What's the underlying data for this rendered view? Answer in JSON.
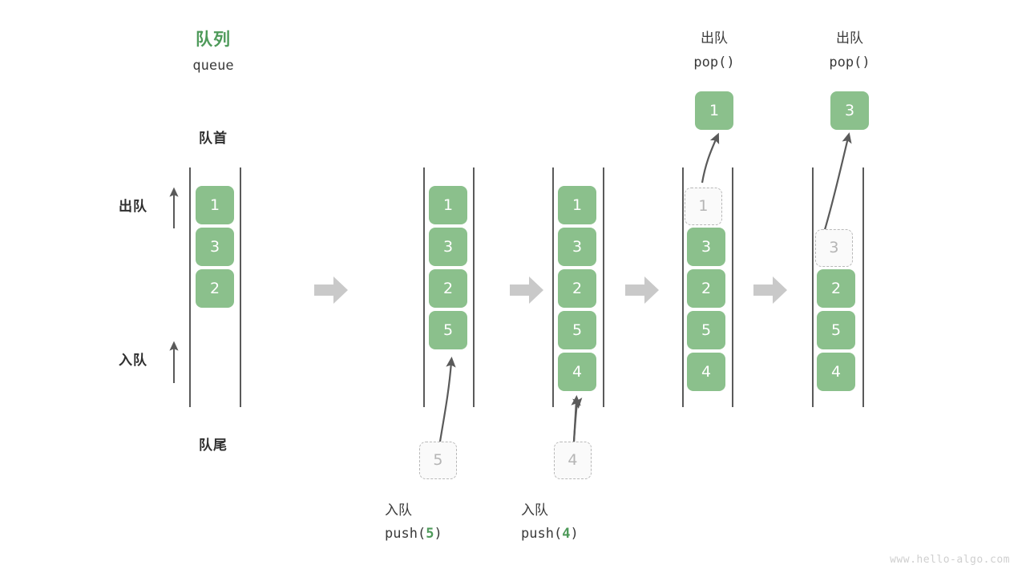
{
  "diagram": {
    "title_cn": "队列",
    "title_en": "queue",
    "head_label": "队首",
    "tail_label": "队尾",
    "dequeue_label": "出队",
    "enqueue_label": "入队",
    "watermark": "www.hello-algo.com",
    "accent_color": "#4E9A5A",
    "cell_color": "#8BC08C",
    "ghost_color": "#B5B5B5",
    "rail_color": "#5A5A5A",
    "flow_arrow_color": "#C9C9C9"
  },
  "columns": [
    {
      "id": "initial-queue",
      "cells": [
        "1",
        "3",
        "2"
      ],
      "start_row": 0,
      "ghost_index": null
    },
    {
      "id": "after-push-5",
      "cells": [
        "1",
        "3",
        "2",
        "5"
      ],
      "start_row": 0,
      "ghost_index": null,
      "op_title_cn": "入队",
      "op_code_prefix": "push(",
      "op_code_value": "5",
      "op_code_suffix": ")",
      "incoming_value": "5"
    },
    {
      "id": "after-push-4",
      "cells": [
        "1",
        "3",
        "2",
        "5",
        "4"
      ],
      "start_row": 0,
      "ghost_index": null,
      "op_title_cn": "入队",
      "op_code_prefix": "push(",
      "op_code_value": "4",
      "op_code_suffix": ")",
      "incoming_value": "4"
    },
    {
      "id": "after-pop-1",
      "cells": [
        "1",
        "3",
        "2",
        "5",
        "4"
      ],
      "start_row": 0,
      "ghost_index": 0,
      "op_title_cn": "出队",
      "op_code": "pop()",
      "popped_value": "1"
    },
    {
      "id": "after-pop-3",
      "cells": [
        "3",
        "2",
        "5",
        "4"
      ],
      "start_row": 1,
      "ghost_index": 0,
      "op_title_cn": "出队",
      "op_code": "pop()",
      "popped_value": "3"
    }
  ],
  "flow_arrows": [
    "flow-arrow-1",
    "flow-arrow-2",
    "flow-arrow-3",
    "flow-arrow-4"
  ]
}
